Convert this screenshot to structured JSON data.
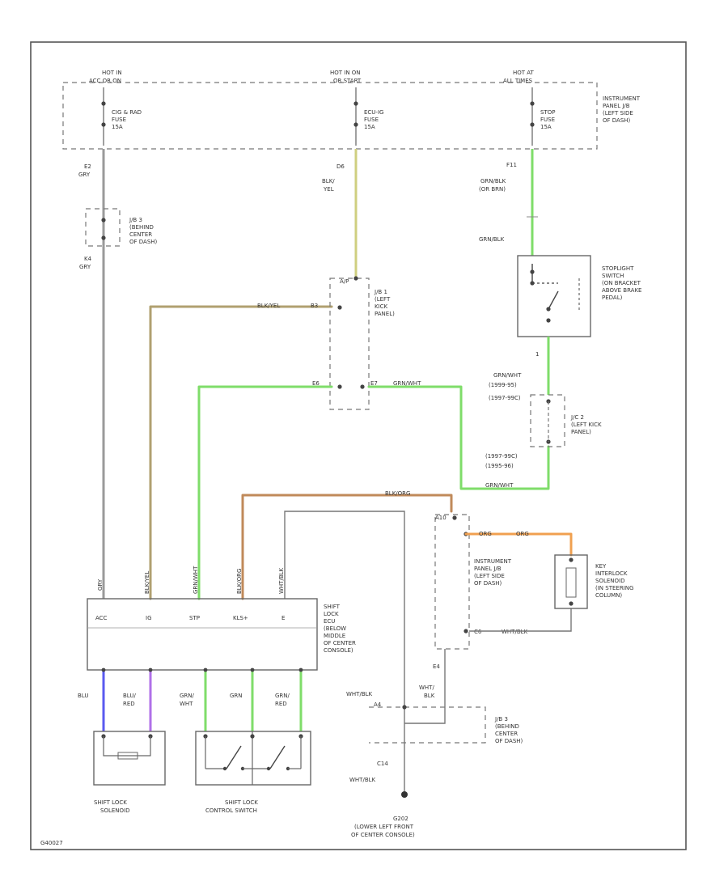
{
  "diagram": {
    "fuse_block": {
      "hot1": "HOT IN",
      "hot1b": "ACC OR ON",
      "hot2": "HOT IN ON",
      "hot2b": "OR START",
      "hot3": "HOT AT",
      "hot3b": "ALL TIMES",
      "fuse1": [
        "CIG & RAD",
        "FUSE",
        "15A"
      ],
      "fuse2": [
        "ECU-IG",
        "FUSE",
        "15A"
      ],
      "fuse3": [
        "STOP",
        "FUSE",
        "15A"
      ],
      "panel_label": [
        "INSTRUMENT",
        "PANEL J/B",
        "(LEFT SIDE",
        "OF DASH)"
      ]
    },
    "wires": {
      "w1_conn": "E2",
      "w1_color": "GRY",
      "w2_conn": "D6",
      "w2_color": [
        "BLK/",
        "YEL"
      ],
      "w3_conn": "F11",
      "w3_color": [
        "GRN/BLK",
        "(OR BRN)"
      ],
      "stop_in": "GRN/BLK",
      "jb3_conn": "K4",
      "jb3_color": "GRY",
      "blk_yel_wire": "BLK/YEL",
      "ignition_out": "B3",
      "grn_wht_a": "GRN/WHT",
      "grn_wht_b": "GRN/WHT",
      "conn_e6": "E6",
      "conn_e7": "E7",
      "blk_org": "BLK/ORG",
      "wht_blk_ecu": "WHT/BLK",
      "org_top": "ORG",
      "wht_blk_right": "WHT/BLK",
      "conn_e4": "E4",
      "conn_c6": "C6",
      "conn_a10": "A10",
      "conn_a4": "A4",
      "wht_blk_a10": "WHT/BLK",
      "wht_blk_c14": "WHT/BLK",
      "c14": "C14",
      "jc2_top": [
        "GRN/WHT",
        "(1999-95)",
        "(1997-99C)"
      ],
      "jc2_bot": [
        "(1997-99C)",
        "(1995-96)"
      ],
      "stop_out": "1"
    },
    "components": {
      "jb3_top": [
        "J/B 3",
        "(BEHIND",
        "CENTER",
        "OF DASH)"
      ],
      "jb1": [
        "J/B 1",
        "(LEFT",
        "KICK",
        "PANEL)"
      ],
      "jb1_top": "A/P",
      "stoplight": [
        "STOPLIGHT",
        "SWITCH",
        "(ON BRACKET",
        "ABOVE BRAKE",
        "PEDAL)"
      ],
      "jc2": [
        "J/C 2",
        "(LEFT KICK",
        "PANEL)"
      ],
      "ip_jb": [
        "INSTRUMENT",
        "PANEL J/B",
        "(LEFT SIDE",
        "OF DASH)"
      ],
      "key_solenoid": [
        "KEY",
        "INTERLOCK",
        "SOLENOID",
        "(IN STEERING",
        "COLUMN)"
      ],
      "ecu": [
        "SHIFT",
        "LOCK",
        "ECU",
        "(BELOW",
        "MIDDLE",
        "OF CENTER",
        "CONSOLE)"
      ],
      "ecu_pins": [
        "ACC",
        "IG",
        "STP",
        "KLS+",
        "E"
      ],
      "ecu_wire_colors": [
        "GRY",
        "BLK/YEL",
        "GRN/WHT",
        "BLK/ORG",
        "WHT/BLK"
      ],
      "bottom_wires": [
        [
          "BLU"
        ],
        [
          "BLU/",
          "RED"
        ],
        [
          "GRN/",
          "WHT"
        ],
        [
          "GRN"
        ],
        [
          "GRN/",
          "RED"
        ]
      ],
      "shift_solenoid": [
        "SHIFT LOCK",
        "SOLENOID"
      ],
      "control_switch": [
        "SHIFT LOCK",
        "CONTROL SWITCH"
      ],
      "jb3_bottom": [
        "J/B 3",
        "(BEHIND",
        "CENTER",
        "OF DASH)"
      ],
      "ground": [
        "G202",
        "(LOWER LEFT FRONT",
        "OF CENTER CONSOLE)"
      ],
      "ground_wire": [
        "WHT/",
        "BLK"
      ],
      "figure_id": "G40027"
    },
    "colors": {
      "gray": "#9a9a9a",
      "green": "#7fdd6a",
      "yellow_olive": "#cfcf80",
      "orange": "#f0a050",
      "blue": "#5a5af0",
      "purple": "#b070e8",
      "frame": "#555555"
    }
  }
}
